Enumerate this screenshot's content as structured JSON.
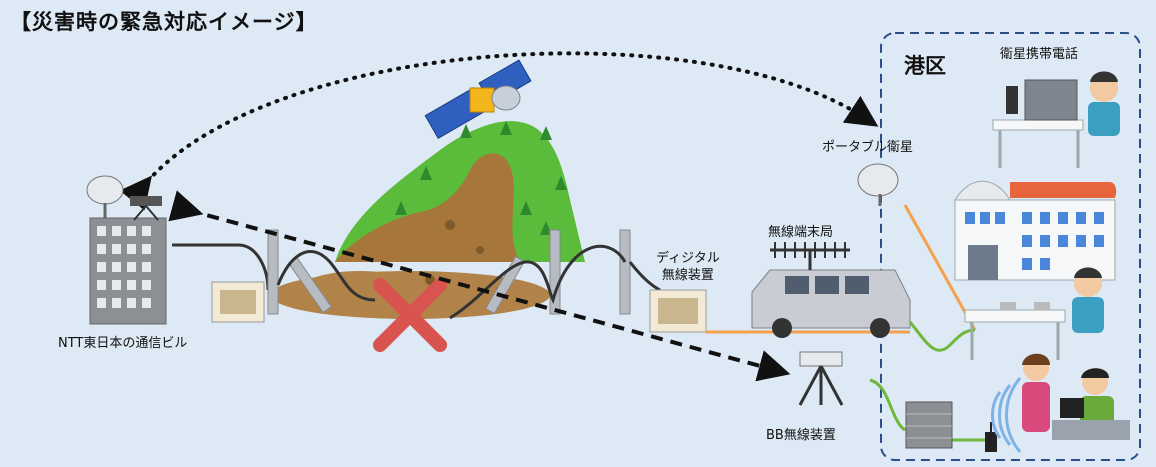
{
  "title": "【災害時の緊急対応イメージ】",
  "area_label": "港区",
  "labels": {
    "ntt_building": "NTT東日本の通信ビル",
    "portable_satellite": "ポータブル衛星",
    "digital_radio_line1": "ディジタル",
    "digital_radio_line2": "無線装置",
    "wireless_terminal": "無線端末局",
    "bb_radio": "BB無線装置",
    "satellite_phone": "衛星携帯電話"
  },
  "icons": [
    "satellite-icon",
    "mountain-landslide-icon",
    "ntt-building-icon",
    "satellite-dish-icon",
    "radio-device-icon",
    "utility-pole-icon",
    "cross-mark-icon",
    "van-icon",
    "antenna-icon",
    "tripod-radio-icon",
    "government-office-icon",
    "phone-operator-icon",
    "desk-phone-icon",
    "server-rack-icon",
    "router-icon",
    "wifi-waves-icon",
    "staff-icon"
  ],
  "colors": {
    "background": "#dde9f5",
    "mountain": "#5bbb3a",
    "landslide": "#a6763a",
    "cross": "#d9534f",
    "orange_line": "#f5a04a",
    "green_line": "#6fb83a",
    "area_border": "#2a4e86"
  }
}
